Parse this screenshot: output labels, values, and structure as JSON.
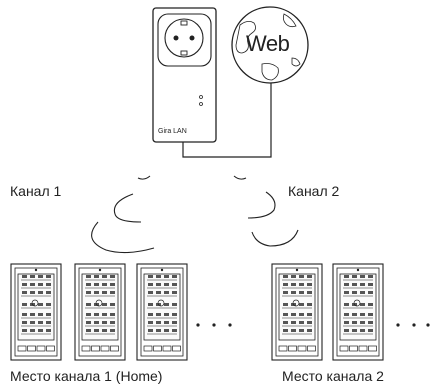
{
  "device": {
    "label": "Gira LAN"
  },
  "internet": {
    "label": "Web"
  },
  "channels": [
    {
      "label": "Канал 1"
    },
    {
      "label": "Канал 2"
    }
  ],
  "locations": [
    {
      "label": "Место канала 1 (Home)"
    },
    {
      "label": "Место канала 2"
    }
  ],
  "ellipsis": "· · ·"
}
